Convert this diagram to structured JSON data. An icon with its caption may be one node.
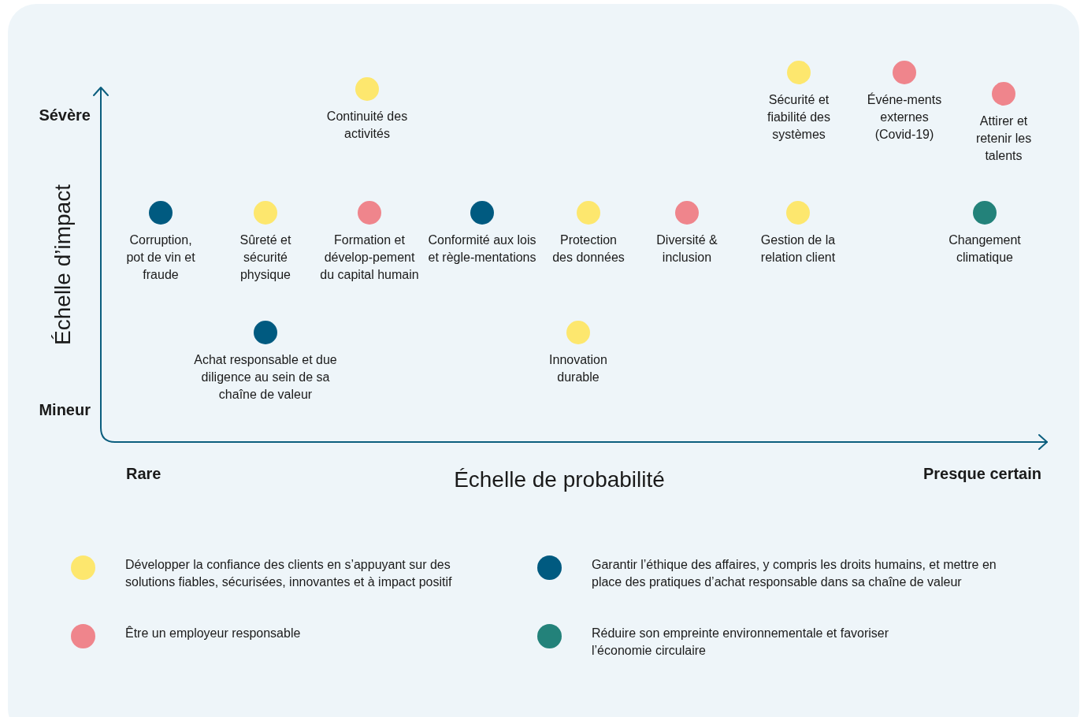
{
  "diagram": {
    "nodes": [
      {
        "text": [
          "Continuité des activités"
        ]
      },
      {
        "text": [
          "Sécurité et fiabilité des systèmes"
        ]
      },
      {
        "text": [
          "Événe-ments externes (Covid-19)"
        ]
      },
      {
        "text": [
          "Attirer et retenir les talents"
        ]
      },
      {
        "text": [
          "Corruption, pot de vin et fraude"
        ]
      },
      {
        "text": [
          "Sûreté et sécurité physique"
        ]
      },
      {
        "text": [
          "Formation et dévelop-pement du capital humain"
        ]
      },
      {
        "text": [
          "Conformité aux lois et règle-mentations"
        ]
      },
      {
        "text": [
          "Protection des données"
        ]
      },
      {
        "text": [
          "Diversité & inclusion"
        ]
      },
      {
        "text": [
          "Gestion de la relation client"
        ]
      },
      {
        "text": [
          "Changement climatique"
        ]
      },
      {
        "text": [
          "Achat responsable et due diligence au sein de sa chaîne de valeur"
        ]
      },
      {
        "text": [
          "Innovation durable"
        ]
      }
    ],
    "edges": [],
    "labels": [
      "Sévère",
      "Échelle d’impact",
      "Mineur",
      "Rare",
      "Échelle de probabilité",
      "Presque certain"
    ],
    "legend": [
      {
        "text": "Développer la confiance des clients en s’appuyant sur des solutions fiables, sécurisées, innovantes et à impact positif",
        "color": "#fde76e"
      },
      {
        "text": "Garantir l’éthique des affaires, y compris les droits humains, et mettre en place des pratiques d’achat responsable dans sa chaîne de valeur",
        "color": "#005a80"
      },
      {
        "text": "Être un employeur responsable",
        "color": "#ef858c"
      },
      {
        "text": "Réduire son empreinte environnementale et favoriser l’économie circulaire",
        "color": "#23827a"
      }
    ]
  }
}
